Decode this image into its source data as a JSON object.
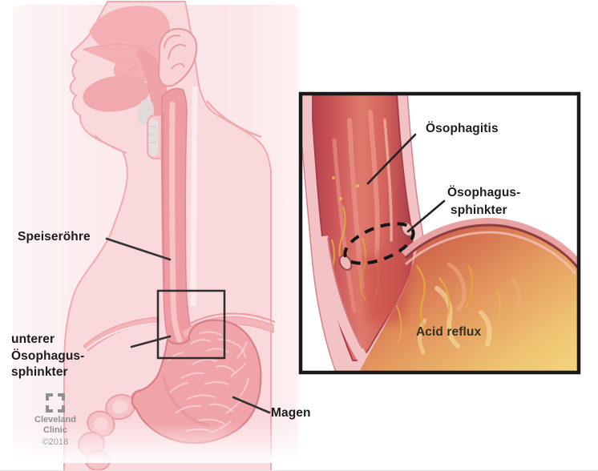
{
  "labels": {
    "speiseroehre": "Speiseröhre",
    "unterer_sphinkter_lines": [
      "unterer",
      "Ösophagus-",
      "sphinkter"
    ],
    "magen": "Magen"
  },
  "inset": {
    "oesophagitis": "Ösophagitis",
    "sphinkter_lines": [
      "Ösophagus-",
      "sphinkter"
    ],
    "acid_reflux": "Acid reflux"
  },
  "credit": {
    "org_lines": [
      "Cleveland",
      "Clinic"
    ],
    "year": "©2018"
  },
  "colors": {
    "body_pink": "#fad9dc",
    "organ_pink": "#efa3a8",
    "tissue_pink": "#f3afb4",
    "inset_inflamed_red": "#c8505a",
    "inset_wall_pink": "#f3c2c4",
    "acid_yellow": "#f1d078",
    "label_text": "#1c1c1c",
    "pointer_line": "#333333",
    "frame_black": "#191919",
    "credit_gray": "#8f8f8f"
  }
}
